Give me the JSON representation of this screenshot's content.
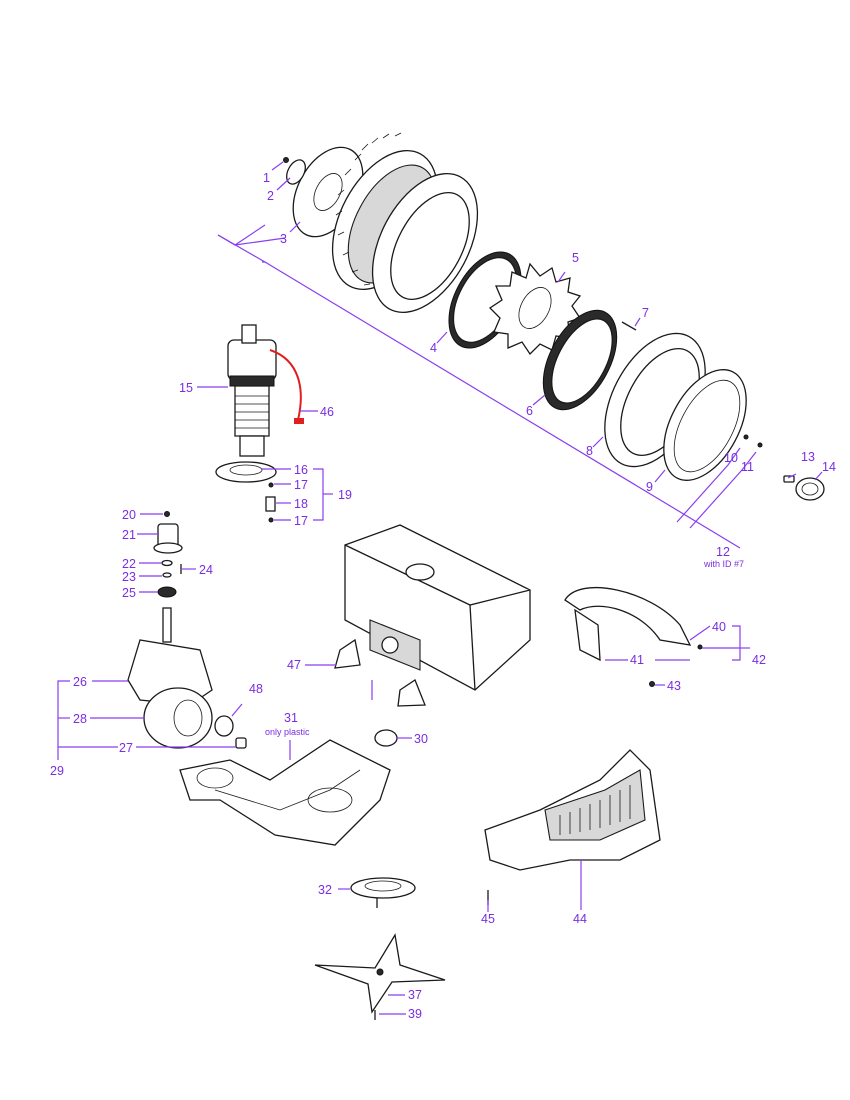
{
  "diagram": {
    "callouts": {
      "c1": "1",
      "c2": "2",
      "c3": "3",
      "c4": "4",
      "c5": "5",
      "c6": "6",
      "c7": "7",
      "c8": "8",
      "c9": "9",
      "c10": "10",
      "c11": "11",
      "c12": "12",
      "c13": "13",
      "c14": "14",
      "c15": "15",
      "c16": "16",
      "c17a": "17",
      "c17b": "17",
      "c18": "18",
      "c19": "19",
      "c20": "20",
      "c21": "21",
      "c22": "22",
      "c23": "23",
      "c24": "24",
      "c25": "25",
      "c26": "26",
      "c27": "27",
      "c28": "28",
      "c29": "29",
      "c30": "30",
      "c31": "31",
      "c32": "32",
      "c37": "37",
      "c39": "39",
      "c40": "40",
      "c41": "41",
      "c42": "42",
      "c43": "43",
      "c44": "44",
      "c45": "45",
      "c46": "46",
      "c47": "47",
      "c48": "48"
    },
    "notes": {
      "n12": "with ID #7",
      "n31": "only plastic"
    },
    "colors": {
      "callout": "#7a2ee0",
      "leader": "#8a3ef0",
      "outline": "#1a1a1a",
      "cable": "#e02020"
    }
  }
}
